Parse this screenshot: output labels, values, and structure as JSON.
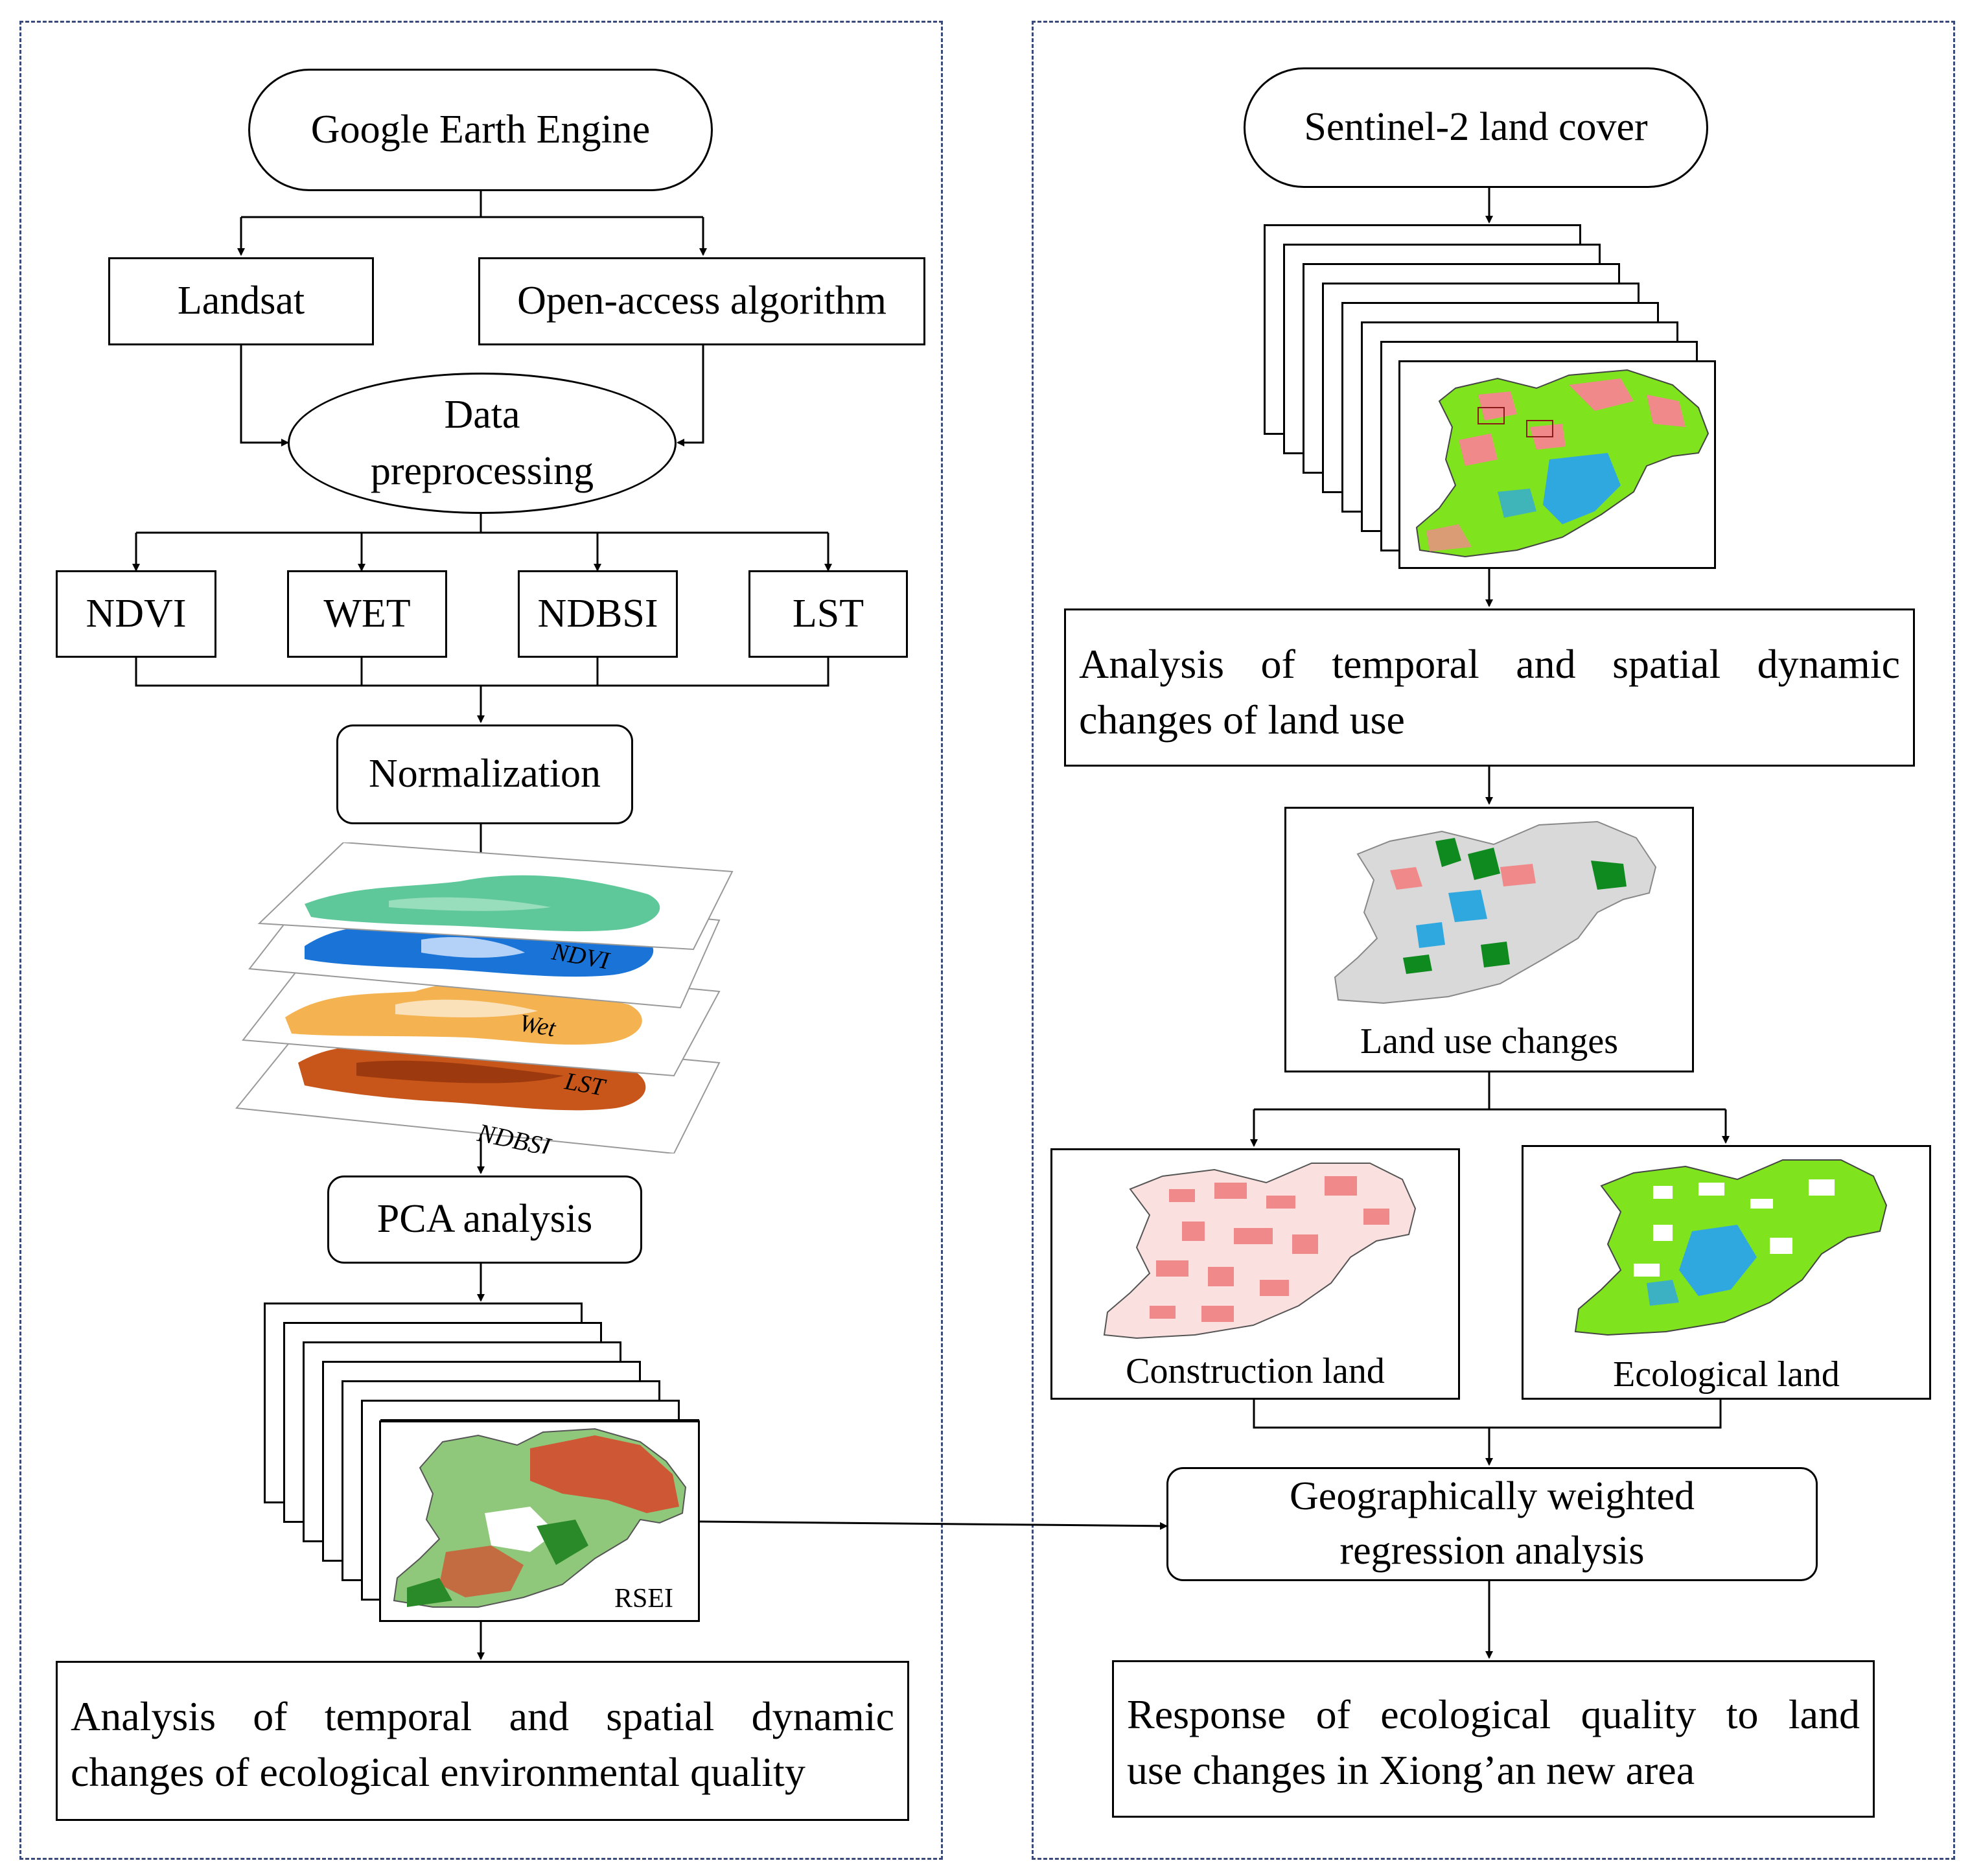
{
  "left": {
    "source": "Google Earth Engine",
    "landsat": "Landsat",
    "algorithm": "Open-access algorithm",
    "preprocessing": [
      "Data",
      "preprocessing"
    ],
    "indices": [
      "NDVI",
      "WET",
      "NDBSI",
      "LST"
    ],
    "normalization": "Normalization",
    "layer_labels": [
      "NDVI",
      "Wet",
      "LST",
      "NDBSI"
    ],
    "pca": "PCA analysis",
    "rsei_label": "RSEI",
    "result": [
      "Analysis of temporal and spatial dynamic",
      "changes of ecological environmental quality"
    ]
  },
  "right": {
    "source": "Sentinel-2 land cover",
    "analysis": [
      "Analysis of temporal and spatial dynamic",
      "changes of land use"
    ],
    "changes_caption": "Land use changes",
    "construction_caption": "Construction land",
    "ecological_caption": "Ecological land",
    "gwr": [
      "Geographically weighted",
      "regression analysis"
    ],
    "response": [
      "Response of ecological quality to land",
      "use changes in Xiong’an new area"
    ]
  },
  "colors": {
    "panel_border": "#3a4a7a",
    "green_land": "#7fe31e",
    "construction": "#f08a8a",
    "water": "#2fa8e0",
    "forest_green": "#0f8a1e",
    "ndvi_layer": "#5fc89a",
    "wet_layer": "#1a73d6",
    "lst_layer": "#f4b350",
    "ndbsi_layer": "#c8561a"
  }
}
